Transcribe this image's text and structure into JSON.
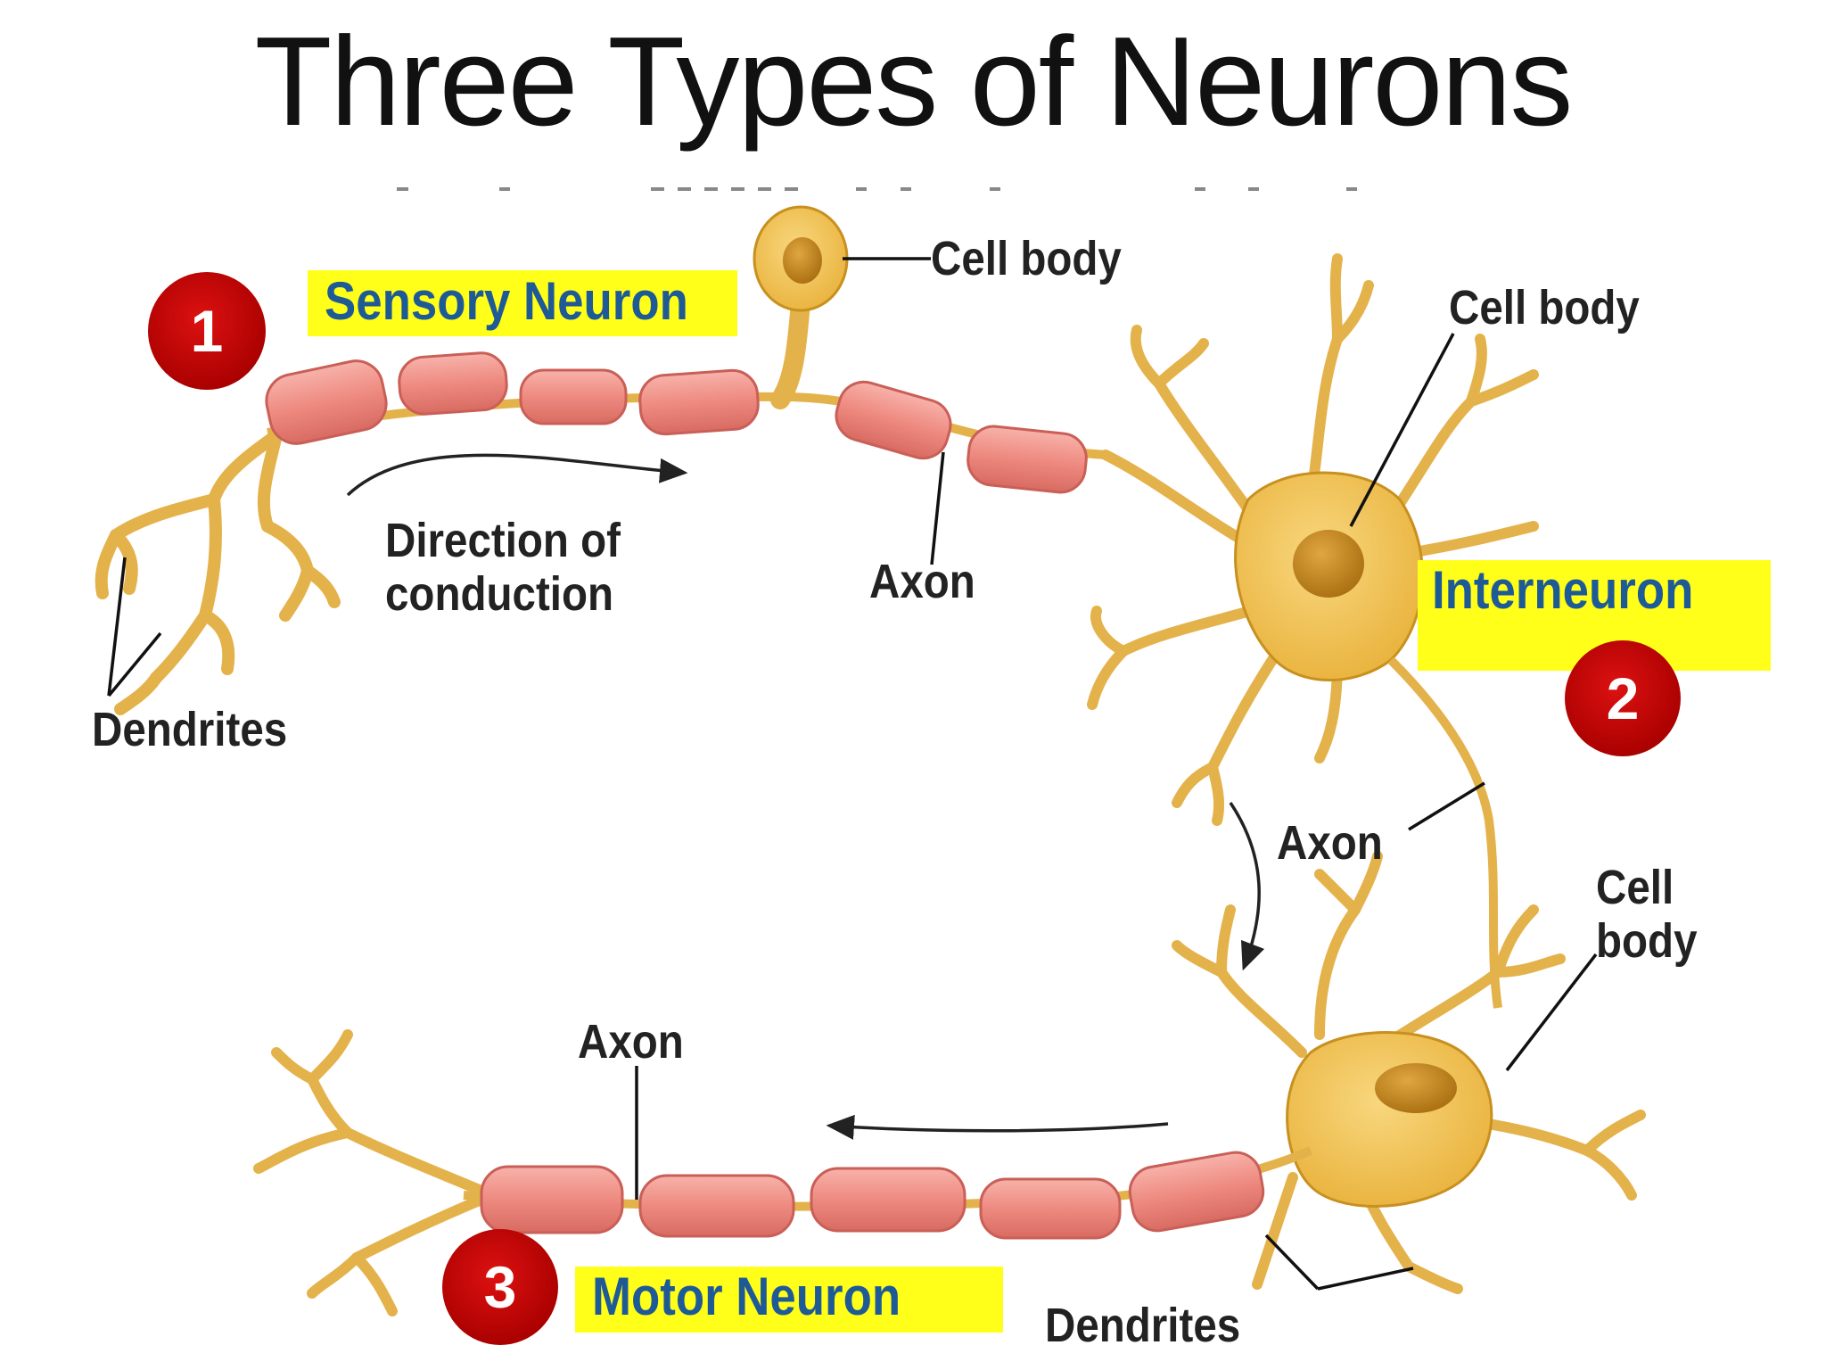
{
  "title": "Three Types of Neurons",
  "neurons": [
    {
      "number": "1",
      "name": "Sensory Neuron"
    },
    {
      "number": "2",
      "name": "Interneuron"
    },
    {
      "number": "3",
      "name": "Motor Neuron"
    }
  ],
  "labels": {
    "cell_body": "Cell body",
    "cell_body_line1": "Cell",
    "cell_body_line2": "body",
    "axon": "Axon",
    "dendrites": "Dendrites",
    "direction_line1": "Direction of",
    "direction_line2": "conduction"
  },
  "colors": {
    "cell_body": "#f2c152",
    "cell_edge": "#c8901e",
    "nucleus": "#c98a1c",
    "myelin": "#f0928a",
    "myelin_edge": "#c95f57",
    "label_highlight": "#ffff1a",
    "label_text": "#1e5a96",
    "number_circle": "#b80000"
  }
}
